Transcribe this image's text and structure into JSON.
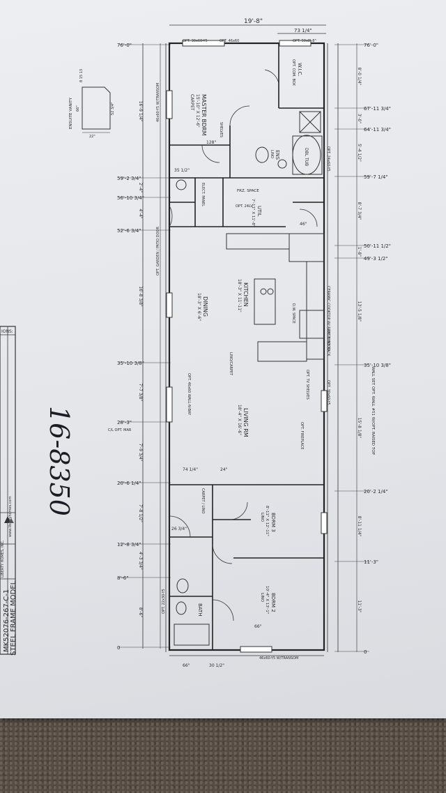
{
  "plan": {
    "handwritten_note": "16-8350",
    "overall_width": "19'-8\"",
    "top_width": "73 1/4\"",
    "title_block": {
      "model": "STEEL FRAME MODEL",
      "number": "MK52076-267-C-1",
      "company_line1": "LIBERTY HOMES, INC.",
      "company_line2": "www.libertyhomes.com",
      "header": "IONS:"
    }
  },
  "rooms": {
    "master": {
      "name": "MASTER BDRM",
      "size": "15'-10\" X 12'-6\"",
      "floor": "CARPET"
    },
    "wic": {
      "name": "W.I.C.",
      "note": "OPT. COM. BOX"
    },
    "ens": {
      "name": "ENS",
      "floor": "LINO"
    },
    "tub": {
      "name": "DBL TUB"
    },
    "util": {
      "name": "UTIL",
      "size": "7'-11\" X 11'-8\""
    },
    "kitchen": {
      "name": "KITCHEN",
      "size": "18'-3\" X 11'-11\""
    },
    "dining": {
      "name": "DINING",
      "size": "18'-3\" X 6'-6\""
    },
    "living": {
      "name": "LIVING RM",
      "size": "18'-4\" X 16'-6\""
    },
    "bdrm3": {
      "name": "BDRM 3",
      "size": "8'-11\" X 12'-11\"",
      "floor": "LINO"
    },
    "bdrm2": {
      "name": "BDRM 2",
      "size": "10'-4\" X 13'-1\"",
      "floor": "LINO"
    },
    "bath": {
      "name": "BATH"
    }
  },
  "notes": {
    "frz_space": "FRZ. SPACE",
    "dw_space": "D.W. SPACE",
    "ceramic": "CERAMIC COOKTOP W/ RANGE HOOD",
    "wine_rack": "24\" WINE RACK",
    "lino_carpet": "LINO/CARPET",
    "fireplace": "OPT. FIREPLACE",
    "wall_note": "WALL SET OPT. WALL #51 W/OPT. RAISED TOP",
    "ensuite_vanity": "ENSUITE VANITY",
    "patio_door": "OPT. GARDEN / PATIO DOOR",
    "opt_window": "OPT. 46x60 WALL-N-BAY",
    "cls_opt_mar": "C/L OPT. MAR",
    "shelves": "SHELVES",
    "elect_panel": "ELECT. PANEL",
    "carpet_lino": "CARPET / LINO",
    "window_bottom": "46x60-Y5 W/TRANSOM",
    "window_master": "46x60-Y5 W/TRANSOM",
    "opt_30x60": "OPT. 30x60-Y5",
    "opt_46x60": "OPT. 46x60",
    "opt_50x8": "OPT. 50x8'-8\"",
    "opt_24x60": "OPT. 24x60-Y5",
    "opt_22x30": "OPT. 22x30-Y5",
    "opt_24lv": "OPT. 24LV",
    "opt_tv_shelves": "OPT. TV SHELVES",
    "opt_30x60_b": "OPT. 30x60-Y5"
  },
  "dims_left": [
    "76'-0\"",
    "59'-2 3/4\"",
    "56'-10 3/4\"",
    "52'-6 3/4\"",
    "35'-10 3/8\"",
    "28'-3\"",
    "20'-6 1/4\"",
    "12'-8 3/4\"",
    "8'-6\"",
    "0"
  ],
  "dims_left_segments": [
    "16'-9 1/4\"",
    "2'-4\"",
    "4'-4\"",
    "16'-8 3/8\"",
    "7'-7 3/8\"",
    "7'-9 3/4\"",
    "7'-8 1/2\"",
    "4'-3 3/4\"",
    "8'-6\""
  ],
  "dims_right": [
    "76'-0\"",
    "67'-11 3/4\"",
    "64'-11 3/4\"",
    "59'-7 1/4\"",
    "50'-11 1/2\"",
    "49'-3 1/2\"",
    "35'-10 3/8\"",
    "20'-2 1/4\"",
    "11'-3\"",
    "0"
  ],
  "dims_right_segments": [
    "8'-0 1/4\"",
    "3'-0\"",
    "5'-4 1/2\"",
    "8'-7 3/4\"",
    "1'-8\"",
    "13'-5 1/8\"",
    "15'-8 1/8\"",
    "8'-11 1/4\"",
    "11'-3\""
  ],
  "dims_misc": {
    "d128": "128\"",
    "d35_12": "35 1/2\"",
    "d46": "46\"",
    "d74_14": "74 1/4\"",
    "d24": "24\"",
    "d26_34": "26 3/4\"",
    "d66": "66\"",
    "d30_12": "30 1/2\"",
    "d66b": "66\"",
    "d_vanity_top": "8  15  13",
    "d_vanity_side": "66\"",
    "d_vanity_r": "52 3/4\"",
    "d_vanity_b": "22\""
  }
}
